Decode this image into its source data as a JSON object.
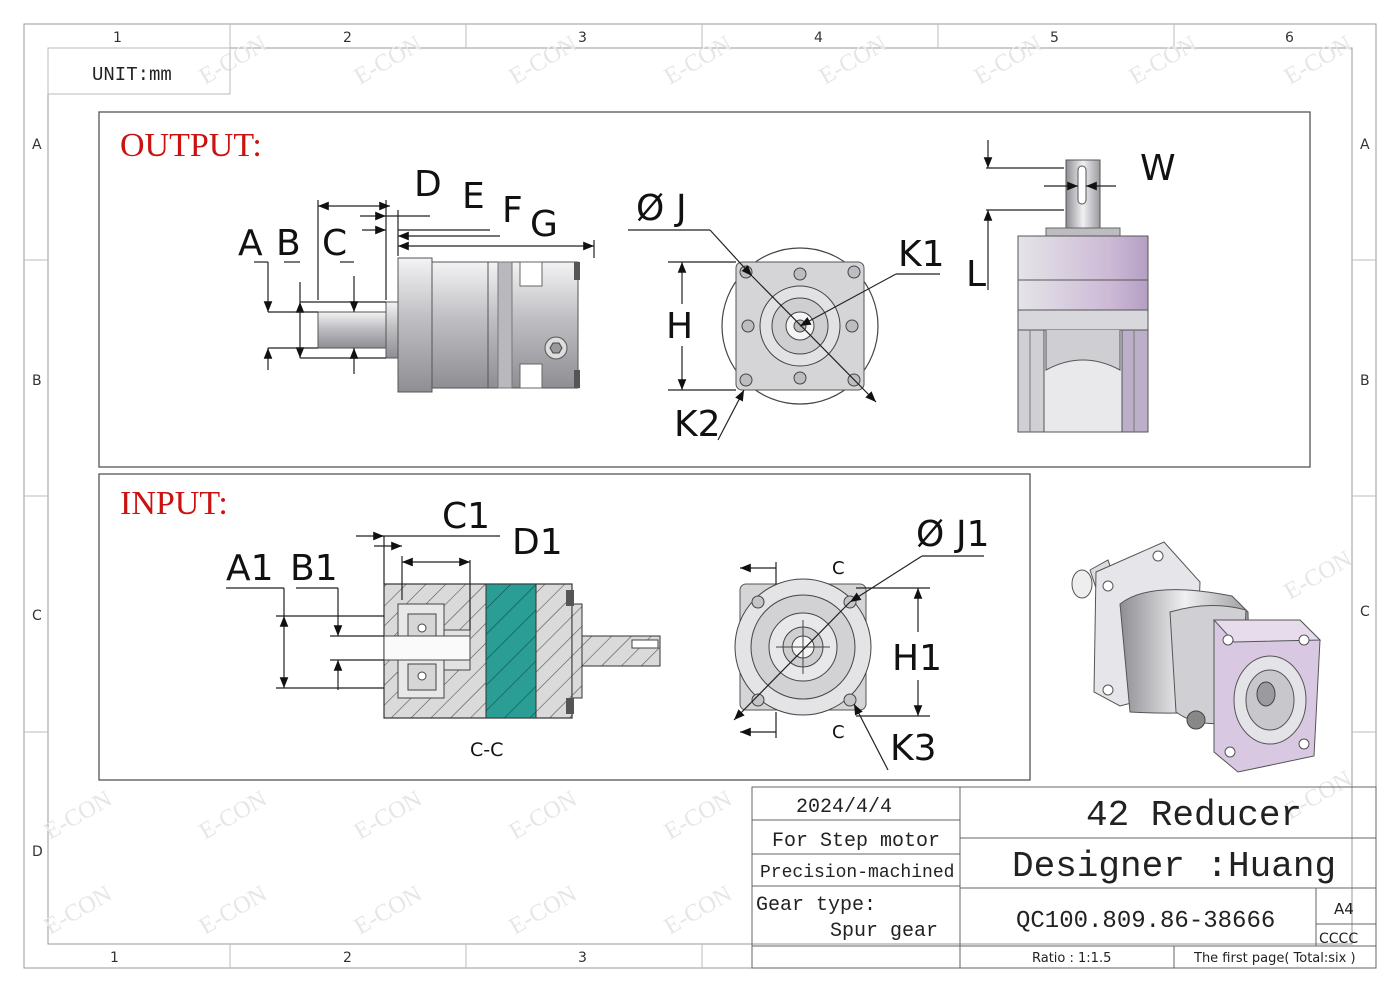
{
  "sheet": {
    "unit": "UNIT:mm",
    "col_labels": [
      "1",
      "2",
      "3",
      "4",
      "5",
      "6"
    ],
    "row_labels": [
      "A",
      "B",
      "C",
      "D"
    ],
    "watermark": "E-CON"
  },
  "output": {
    "heading": "OUTPUT:",
    "side_labels": [
      "A",
      "B",
      "C",
      "D",
      "E",
      "F",
      "G"
    ],
    "front_labels": {
      "j": "J",
      "h": "H",
      "k1": "K1",
      "k2": "K2"
    },
    "right_labels": {
      "w": "W",
      "l": "L"
    }
  },
  "input": {
    "heading": "INPUT:",
    "section_labels": {
      "a1": "A1",
      "b1": "B1",
      "c1": "C1",
      "d1": "D1",
      "section": "C-C"
    },
    "front_labels": {
      "j1": "J1",
      "h1": "H1",
      "k3": "K3",
      "c_top": "C",
      "c_bottom": "C"
    },
    "diameter_symbol": "Ø"
  },
  "title_block": {
    "date": "2024/4/4",
    "line1": "For Step motor",
    "line2": "Precision-machined",
    "gear_type_label": "Gear type:",
    "gear_type_value": "Spur gear",
    "title": "42 Reducer",
    "designer": "Designer :Huang",
    "part_number": "QC100.809.86-38666",
    "size": "A4",
    "code": "CCCC",
    "ratio": "Ratio :  1:1.5",
    "page": "The first page( Total:six )"
  },
  "colors": {
    "heading": "#cc1111",
    "teal": "#2a9d94",
    "lilac": "#cbb6d6",
    "metal": "#c9c9cc",
    "line": "#222222"
  }
}
